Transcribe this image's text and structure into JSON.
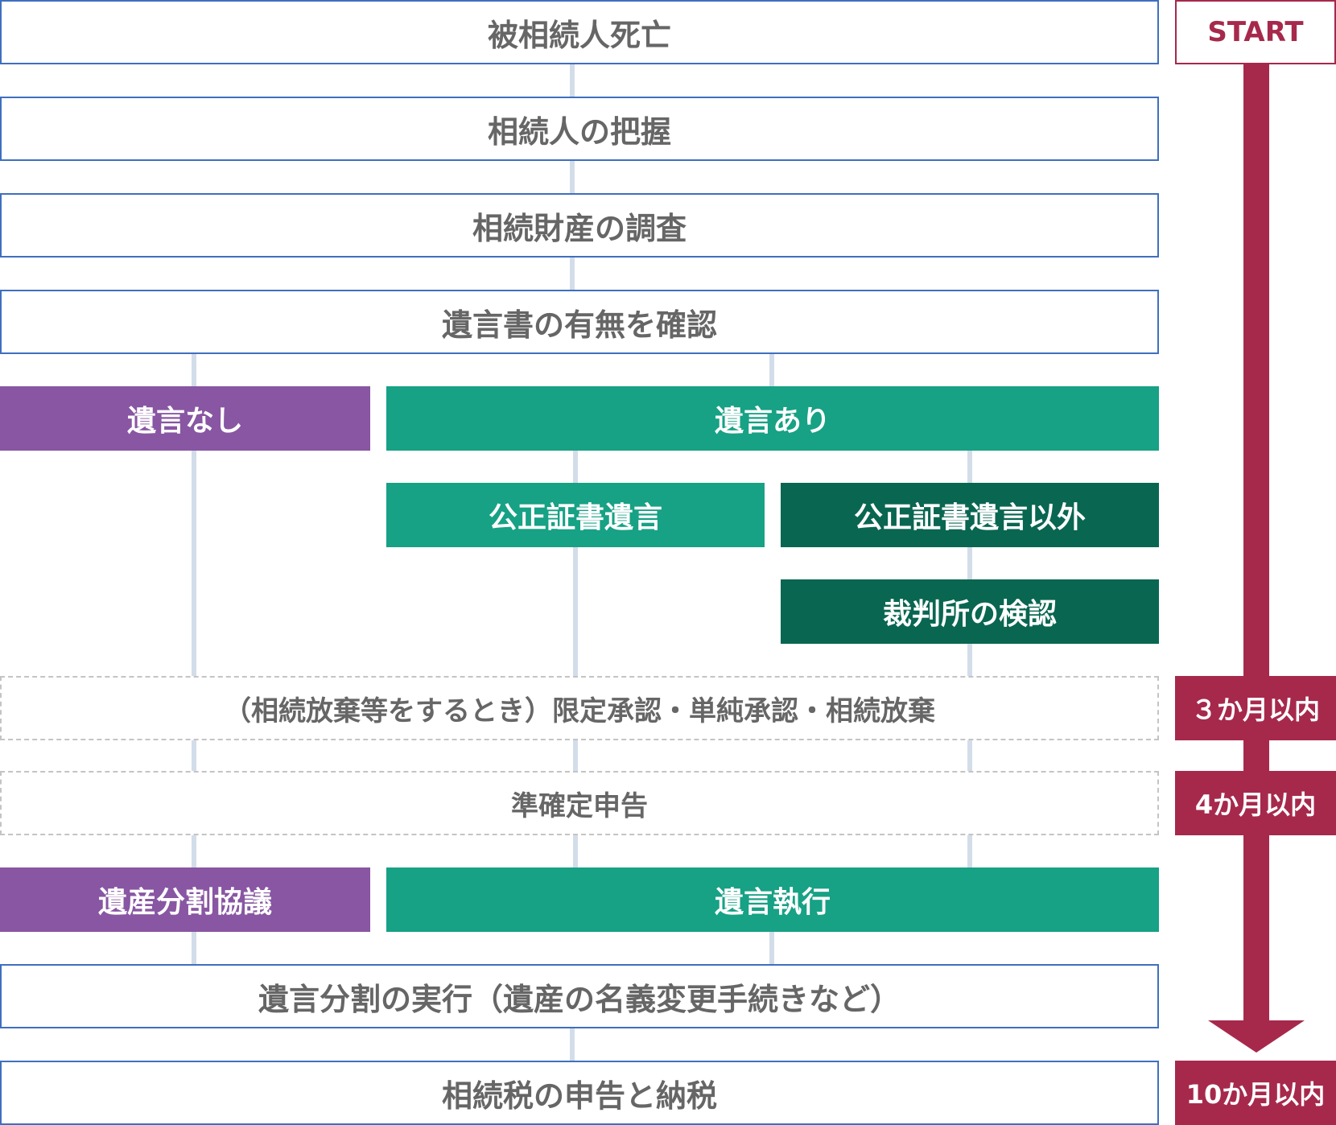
{
  "colors": {
    "outline_border": "#3f6fbf",
    "connector": "#d3ddea",
    "no_will": "#8856a2",
    "with_will": "#17a185",
    "non_notarial": "#096651",
    "timeline": "#a6294c",
    "text_gray": "#666666"
  },
  "steps": {
    "death": "被相続人死亡",
    "heirs": "相続人の把握",
    "assets": "相続財産の調査",
    "will_check": "遺言書の有無を確認",
    "no_will": "遺言なし",
    "with_will": "遺言あり",
    "notarial_will": "公正証書遺言",
    "other_will": "公正証書遺言以外",
    "court_probate": "裁判所の検認",
    "acceptance": "（相続放棄等をするとき）限定承認・単純承認・相続放棄",
    "quasi_return": "準確定申告",
    "division_talk": "遺産分割協議",
    "will_execution": "遺言執行",
    "division_exec": "遺言分割の実行（遺産の名義変更手続きなど）",
    "tax_return": "相続税の申告と納税"
  },
  "timeline": {
    "start": "START",
    "deadline_1": "３か月以内",
    "deadline_2": "4か月以内",
    "deadline_3": "10か月以内"
  }
}
